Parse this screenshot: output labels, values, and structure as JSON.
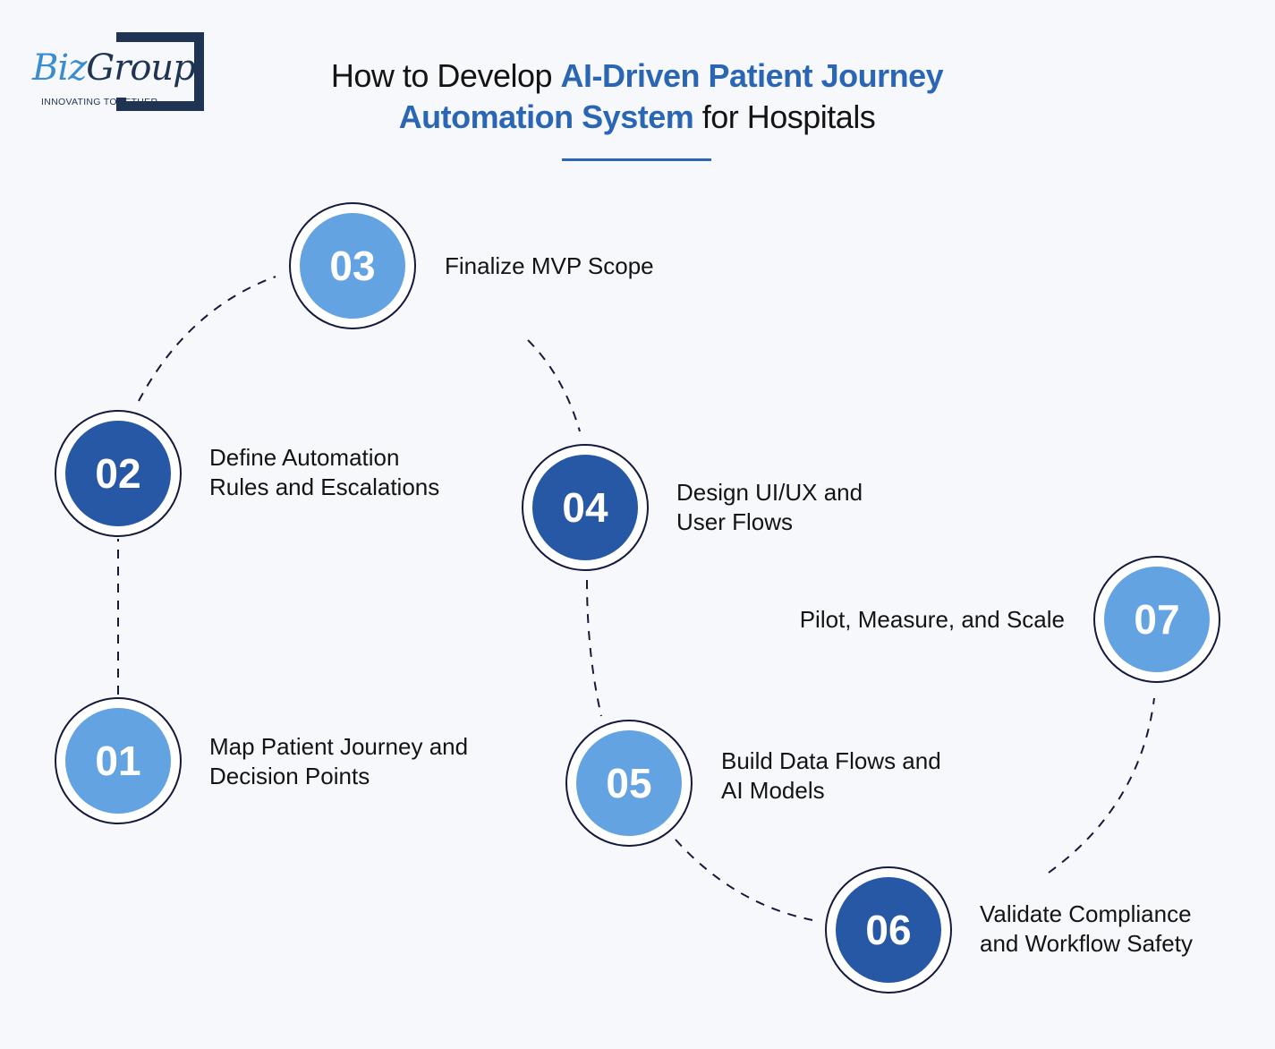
{
  "logo": {
    "word_part1": "Biz",
    "word_part2": "Group",
    "tagline": "INNOVATING TOGETHER"
  },
  "title": {
    "part1": "How to Develop ",
    "highlight1": "AI-Driven Patient Journey",
    "highlight2": "Automation System",
    "part2": " for Hospitals"
  },
  "steps": [
    {
      "number": "01",
      "label_line1": "Map Patient Journey and",
      "label_line2": "Decision Points"
    },
    {
      "number": "02",
      "label_line1": "Define Automation",
      "label_line2": "Rules and Escalations"
    },
    {
      "number": "03",
      "label_line1": "Finalize MVP Scope",
      "label_line2": ""
    },
    {
      "number": "04",
      "label_line1": "Design UI/UX and",
      "label_line2": "User Flows"
    },
    {
      "number": "05",
      "label_line1": "Build Data Flows and",
      "label_line2": "AI Models"
    },
    {
      "number": "06",
      "label_line1": "Validate Compliance",
      "label_line2": "and Workflow Safety"
    },
    {
      "number": "07",
      "label_line1": "Pilot, Measure, and Scale",
      "label_line2": ""
    }
  ],
  "colors": {
    "accent": "#2b66b4",
    "light_blue": "#64a3e1",
    "dark_blue": "#2658a6",
    "ring": "#141a3b",
    "logo_navy": "#1f3453"
  }
}
